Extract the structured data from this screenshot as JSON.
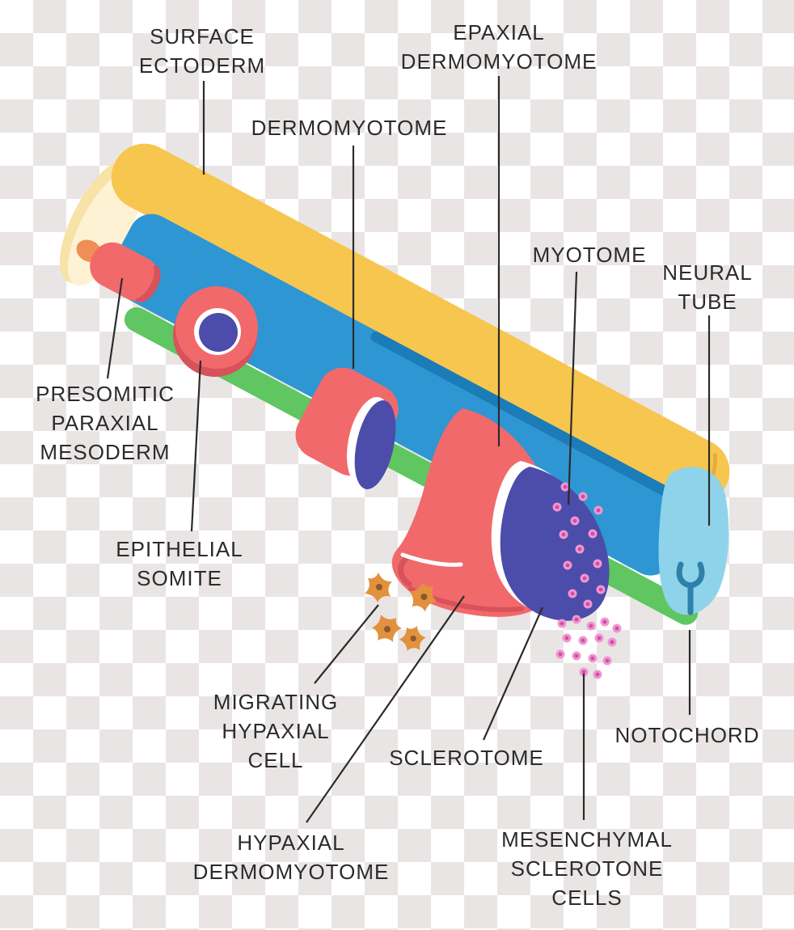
{
  "diagram": {
    "labels": {
      "surface_ectoderm": "SURFACE\nECTODERM",
      "dermomyotome": "DERMOMYOTOME",
      "epaxial_dermomyotome": "EPAXIAL\nDERMOMYOTOME",
      "myotome": "MYOTOME",
      "neural_tube": "NEURAL\nTUBE",
      "presomitic_paraxial_mesoderm": "PRESOMITIC\nPARAXIAL\nMESODERM",
      "epithelial_somite": "EPITHELIAL\nSOMITE",
      "migrating_hypaxial_cell": "MIGRATING\nHYPAXIAL\nCELL",
      "sclerotome": "SCLEROTOME",
      "hypaxial_dermomyotome": "HYPAXIAL\nDERMOMYOTOME",
      "mesenchymal_sclerotone_cells": "MESENCHYMAL\nSCLEROTONE\nCELLS",
      "notochord": "NOTOCHORD"
    },
    "colors": {
      "ink": "#2b2b2b",
      "checker_a": "#ffffff",
      "checker_b": "#eae5e5",
      "ectoderm_yellow": "#f7c64f",
      "ectoderm_crease": "#e3ad3b",
      "ectoderm_pale": "#f7e3a8",
      "opening_cream": "#fdf3d4",
      "tube_blue": "#2e96d3",
      "tube_blue_dark": "#1b7cb8",
      "notochord_green": "#5fc661",
      "somite_salmon": "#f2696b",
      "somite_dark": "#d8525c",
      "sclerotome_purple": "#4c4caa",
      "neural_light": "#8ed3ea",
      "neural_teal": "#2e7fa9",
      "cell_orange": "#e2913e",
      "cell_brown": "#8a5a2d",
      "tip_orange": "#ef8e55",
      "mesenchyme_pink": "#f095d2",
      "mesenchyme_pink_dark": "#c9519e",
      "white": "#ffffff"
    }
  }
}
